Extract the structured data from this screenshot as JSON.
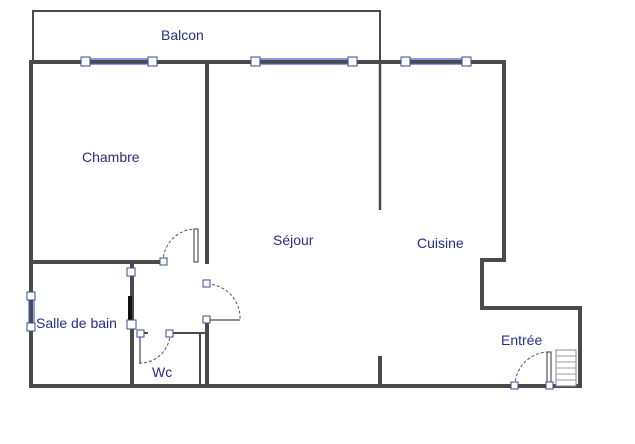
{
  "plan": {
    "rooms": {
      "balcon": "Balcon",
      "chambre": "Chambre",
      "sejour": "Séjour",
      "cuisine": "Cuisine",
      "salle_de_bain": "Salle de bain",
      "wc": "Wc",
      "entree": "Entrée"
    },
    "colors": {
      "wall": "#4a4a4a",
      "label": "#2b2b8a",
      "window": "#4a5fc0"
    }
  }
}
